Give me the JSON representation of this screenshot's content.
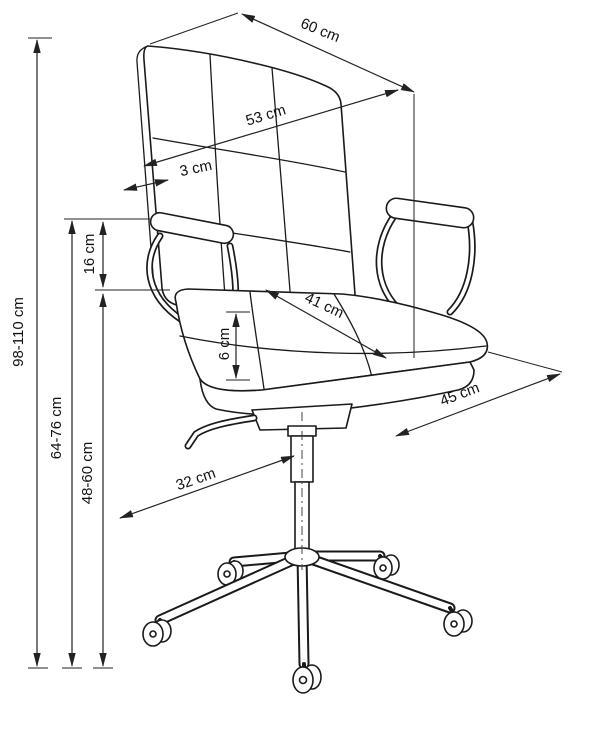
{
  "colors": {
    "line": "#1a1a1a",
    "background": "#ffffff"
  },
  "dims": {
    "height_total": "98-110 cm",
    "height_armrest": "64-76 cm",
    "height_seat": "48-60 cm",
    "armrest_to_seat": "16 cm",
    "backrest_width": "60 cm",
    "backrest_diagonal": "53 cm",
    "backrest_thickness": "3 cm",
    "seat_width": "41 cm",
    "seat_cushion_thickness": "6 cm",
    "seat_depth": "45 cm",
    "base_arm_length": "32 cm"
  }
}
